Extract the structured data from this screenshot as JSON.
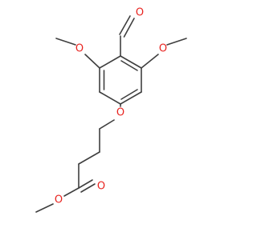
{
  "colors": {
    "carbon_bond": "#3f3f3f",
    "oxygen": "#e8231f",
    "background": "#ffffff"
  },
  "atoms": {
    "o_aldehyde": "O",
    "o_methoxy_left": "O",
    "o_methoxy_right": "O",
    "o_ether": "O",
    "o_ester_carbonyl": "O",
    "o_ester_single": "O"
  }
}
